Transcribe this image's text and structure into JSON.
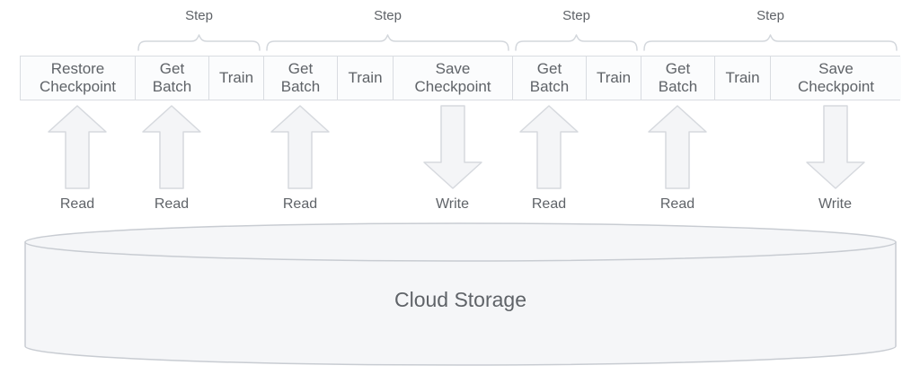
{
  "colors": {
    "background": "#ffffff",
    "box_fill": "#fbfcfd",
    "box_border": "#d9dce1",
    "brace": "#d3d7dc",
    "arrow_fill": "#f4f5f7",
    "arrow_border": "#d6d9de",
    "cylinder_fill": "#f5f6f8",
    "cylinder_border": "#c8ccd2",
    "text": "#5f6368"
  },
  "steps": [
    {
      "label": "Step",
      "covers_boxes": {
        "from": 1,
        "to": 2
      }
    },
    {
      "label": "Step",
      "covers_boxes": {
        "from": 3,
        "to": 5
      }
    },
    {
      "label": "Step",
      "covers_boxes": {
        "from": 6,
        "to": 7
      }
    },
    {
      "label": "Step",
      "covers_boxes": {
        "from": 8,
        "to": 10
      }
    }
  ],
  "boxes": [
    {
      "lines": [
        "Restore",
        "Checkpoint"
      ]
    },
    {
      "lines": [
        "Get",
        "Batch"
      ]
    },
    {
      "lines": [
        "Train"
      ]
    },
    {
      "lines": [
        "Get",
        "Batch"
      ]
    },
    {
      "lines": [
        "Train"
      ]
    },
    {
      "lines": [
        "Save",
        "Checkpoint"
      ]
    },
    {
      "lines": [
        "Get",
        "Batch"
      ]
    },
    {
      "lines": [
        "Train"
      ]
    },
    {
      "lines": [
        "Get",
        "Batch"
      ]
    },
    {
      "lines": [
        "Train"
      ]
    },
    {
      "lines": [
        "Save",
        "Checkpoint"
      ]
    }
  ],
  "arrows": [
    {
      "direction": "up",
      "label": "Read",
      "target_box": 0
    },
    {
      "direction": "up",
      "label": "Read",
      "target_box": 1
    },
    {
      "direction": "up",
      "label": "Read",
      "target_box": 3
    },
    {
      "direction": "down",
      "label": "Write",
      "target_box": 5
    },
    {
      "direction": "up",
      "label": "Read",
      "target_box": 6
    },
    {
      "direction": "up",
      "label": "Read",
      "target_box": 8
    },
    {
      "direction": "down",
      "label": "Write",
      "target_box": 10
    }
  ],
  "storage": {
    "label": "Cloud Storage"
  }
}
